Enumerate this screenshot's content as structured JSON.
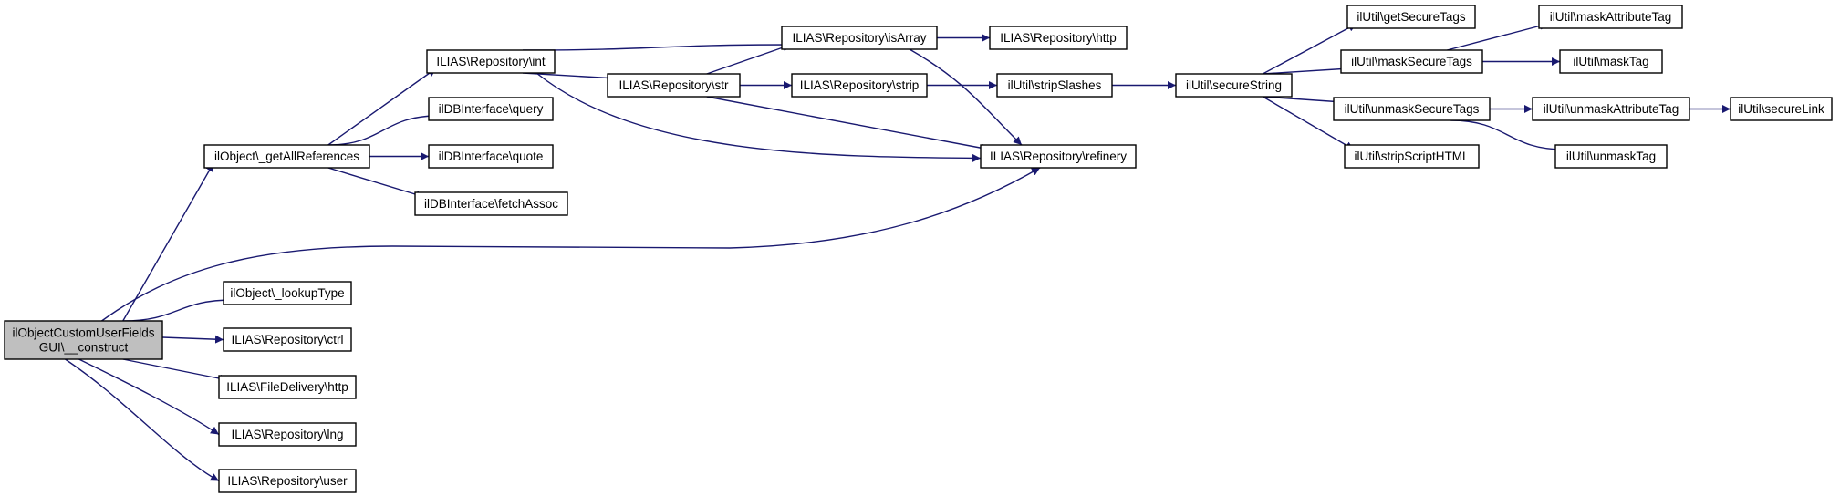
{
  "diagram": {
    "nodes": [
      {
        "id": "root",
        "lines": [
          "ilObjectCustomUserFields",
          "GUI\\__construct"
        ],
        "root": true
      },
      {
        "id": "getAllRefs",
        "lines": [
          "ilObject\\_getAllReferences"
        ]
      },
      {
        "id": "lookupType",
        "lines": [
          "ilObject\\_lookupType"
        ]
      },
      {
        "id": "ctrl",
        "lines": [
          "ILIAS\\Repository\\ctrl"
        ]
      },
      {
        "id": "fdHttp",
        "lines": [
          "ILIAS\\FileDelivery\\http"
        ]
      },
      {
        "id": "lng",
        "lines": [
          "ILIAS\\Repository\\lng"
        ]
      },
      {
        "id": "user",
        "lines": [
          "ILIAS\\Repository\\user"
        ]
      },
      {
        "id": "int",
        "lines": [
          "ILIAS\\Repository\\int"
        ]
      },
      {
        "id": "query",
        "lines": [
          "ilDBInterface\\query"
        ]
      },
      {
        "id": "quote",
        "lines": [
          "ilDBInterface\\quote"
        ]
      },
      {
        "id": "fetchAssoc",
        "lines": [
          "ilDBInterface\\fetchAssoc"
        ]
      },
      {
        "id": "str",
        "lines": [
          "ILIAS\\Repository\\str"
        ]
      },
      {
        "id": "isArray",
        "lines": [
          "ILIAS\\Repository\\isArray"
        ]
      },
      {
        "id": "strip",
        "lines": [
          "ILIAS\\Repository\\strip"
        ]
      },
      {
        "id": "refinery",
        "lines": [
          "ILIAS\\Repository\\refinery"
        ]
      },
      {
        "id": "repoHttp",
        "lines": [
          "ILIAS\\Repository\\http"
        ]
      },
      {
        "id": "stripSlashes",
        "lines": [
          "ilUtil\\stripSlashes"
        ]
      },
      {
        "id": "secureString",
        "lines": [
          "ilUtil\\secureString"
        ]
      },
      {
        "id": "getSecureTags",
        "lines": [
          "ilUtil\\getSecureTags"
        ]
      },
      {
        "id": "maskSecureTags",
        "lines": [
          "ilUtil\\maskSecureTags"
        ]
      },
      {
        "id": "unmaskSecureTags",
        "lines": [
          "ilUtil\\unmaskSecureTags"
        ]
      },
      {
        "id": "stripScriptHTML",
        "lines": [
          "ilUtil\\stripScriptHTML"
        ]
      },
      {
        "id": "maskAttributeTag",
        "lines": [
          "ilUtil\\maskAttributeTag"
        ]
      },
      {
        "id": "maskTag",
        "lines": [
          "ilUtil\\maskTag"
        ]
      },
      {
        "id": "unmaskAttributeTag",
        "lines": [
          "ilUtil\\unmaskAttributeTag"
        ]
      },
      {
        "id": "unmaskTag",
        "lines": [
          "ilUtil\\unmaskTag"
        ]
      },
      {
        "id": "secureLink",
        "lines": [
          "ilUtil\\secureLink"
        ]
      }
    ],
    "edges": [
      [
        "root",
        "getAllRefs"
      ],
      [
        "root",
        "refinery"
      ],
      [
        "root",
        "lookupType"
      ],
      [
        "root",
        "ctrl"
      ],
      [
        "root",
        "fdHttp"
      ],
      [
        "root",
        "lng"
      ],
      [
        "root",
        "user"
      ],
      [
        "getAllRefs",
        "int"
      ],
      [
        "getAllRefs",
        "query"
      ],
      [
        "getAllRefs",
        "quote"
      ],
      [
        "getAllRefs",
        "fetchAssoc"
      ],
      [
        "int",
        "isArray"
      ],
      [
        "int",
        "str"
      ],
      [
        "int",
        "refinery"
      ],
      [
        "str",
        "isArray"
      ],
      [
        "str",
        "strip"
      ],
      [
        "str",
        "refinery"
      ],
      [
        "isArray",
        "repoHttp"
      ],
      [
        "isArray",
        "refinery"
      ],
      [
        "strip",
        "stripSlashes"
      ],
      [
        "stripSlashes",
        "secureString"
      ],
      [
        "secureString",
        "getSecureTags"
      ],
      [
        "secureString",
        "maskSecureTags"
      ],
      [
        "secureString",
        "unmaskSecureTags"
      ],
      [
        "secureString",
        "stripScriptHTML"
      ],
      [
        "maskSecureTags",
        "maskAttributeTag"
      ],
      [
        "maskSecureTags",
        "maskTag"
      ],
      [
        "unmaskSecureTags",
        "unmaskAttributeTag"
      ],
      [
        "unmaskSecureTags",
        "unmaskTag"
      ],
      [
        "unmaskAttributeTag",
        "secureLink"
      ]
    ],
    "colors": {
      "edge": "#191970",
      "root_fill": "#bfbfbf",
      "node_fill": "#ffffff",
      "border": "#000000"
    }
  }
}
